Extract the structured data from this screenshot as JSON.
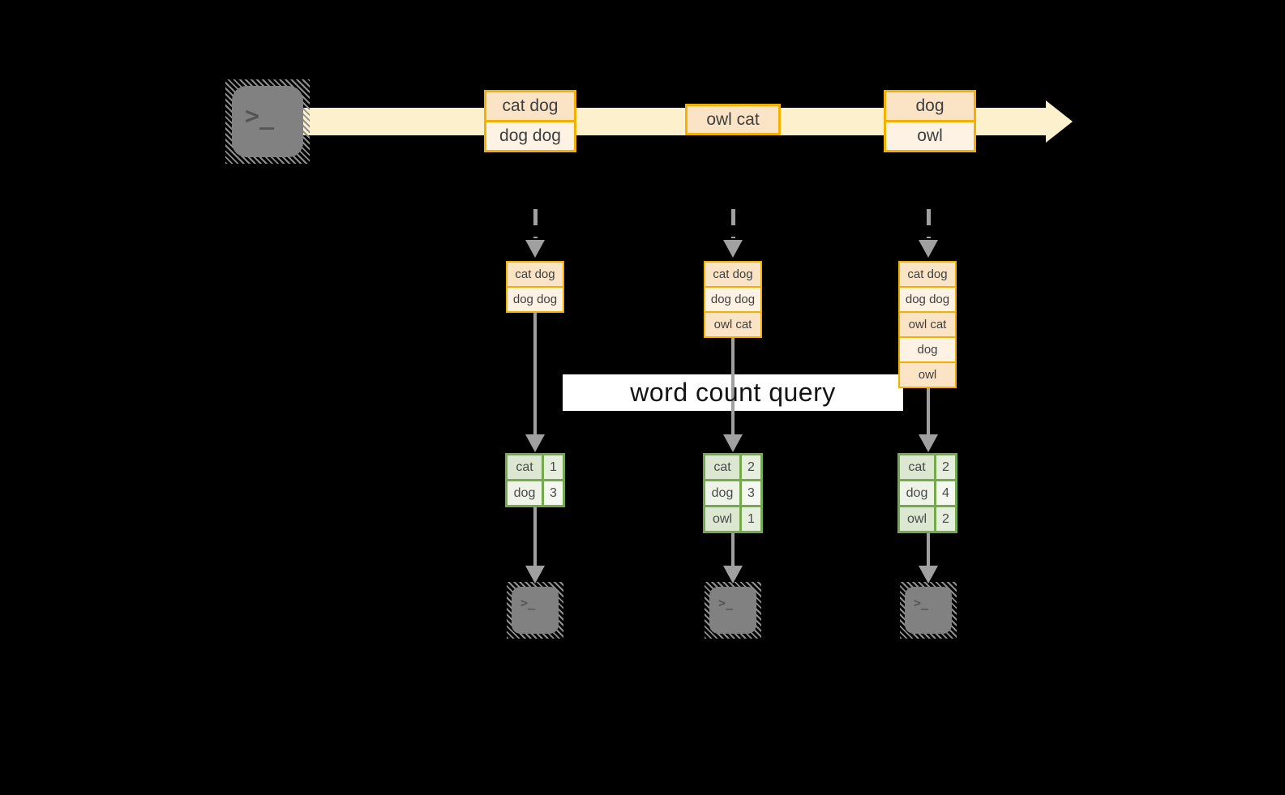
{
  "diagram": {
    "title_label": "word count query",
    "terminal_prompt": ">_",
    "stream": {
      "batches": [
        {
          "records": [
            "cat dog",
            "dog dog"
          ]
        },
        {
          "records": [
            "owl cat"
          ]
        },
        {
          "records": [
            "dog",
            "owl"
          ]
        }
      ]
    },
    "columns": [
      {
        "state_records": [
          "cat dog",
          "dog dog"
        ],
        "counts": [
          {
            "word": "cat",
            "count": "1"
          },
          {
            "word": "dog",
            "count": "3"
          }
        ]
      },
      {
        "state_records": [
          "cat dog",
          "dog dog",
          "owl cat"
        ],
        "counts": [
          {
            "word": "cat",
            "count": "2"
          },
          {
            "word": "dog",
            "count": "3"
          },
          {
            "word": "owl",
            "count": "1"
          }
        ]
      },
      {
        "state_records": [
          "cat dog",
          "dog dog",
          "owl cat",
          "dog",
          "owl"
        ],
        "counts": [
          {
            "word": "cat",
            "count": "2"
          },
          {
            "word": "dog",
            "count": "4"
          },
          {
            "word": "owl",
            "count": "2"
          }
        ]
      }
    ],
    "colors": {
      "background": "#000000",
      "stream_band": "#fdf1cd",
      "box_border_orange": "#f2b100",
      "cell_fill_peach": "#fbe3c6",
      "cell_fill_cream": "#fdf2e3",
      "table_border_green": "#74a94c",
      "table_fill_green": "#dbe7d0",
      "table_fill_green_light": "#edf3e7",
      "arrow_gray": "#a0a0a0",
      "terminal_gray": "#818181",
      "label_background": "#ffffff"
    }
  }
}
